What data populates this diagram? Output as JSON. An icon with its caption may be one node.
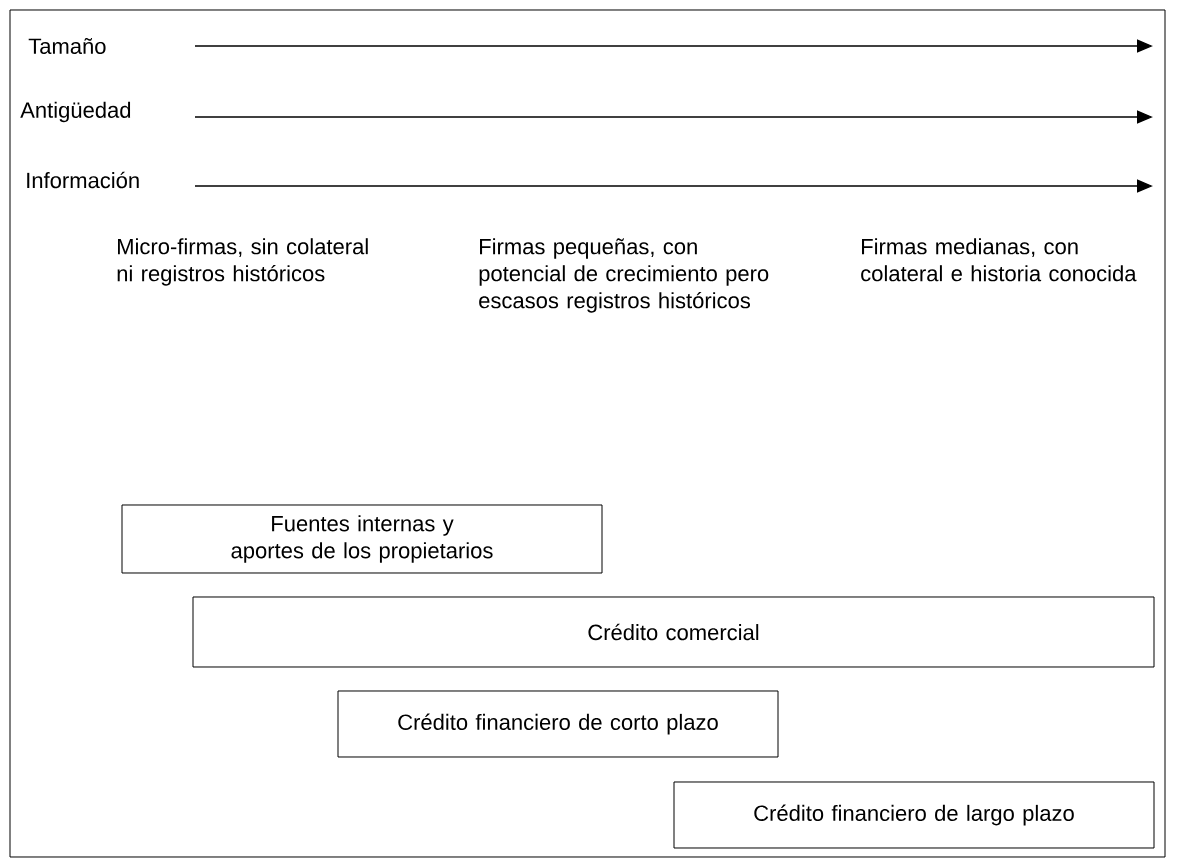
{
  "diagram": {
    "nodes": [
      {
        "text": [
          "Fuentes internas y aportes de los propietarios"
        ]
      },
      {
        "text": [
          "Crédito comercial"
        ]
      },
      {
        "text": [
          "Crédito financiero de corto plazo"
        ]
      },
      {
        "text": [
          "Crédito financiero de largo plazo"
        ]
      }
    ],
    "labels": [
      "Tamaño",
      "Antigüedad",
      "Información",
      "Micro-firmas, sin colateral ni registros históricos",
      "Firmas pequeñas, con potencial de crecimiento pero escasos registros históricos",
      "Firmas medianas, con colateral e historia conocida"
    ]
  }
}
